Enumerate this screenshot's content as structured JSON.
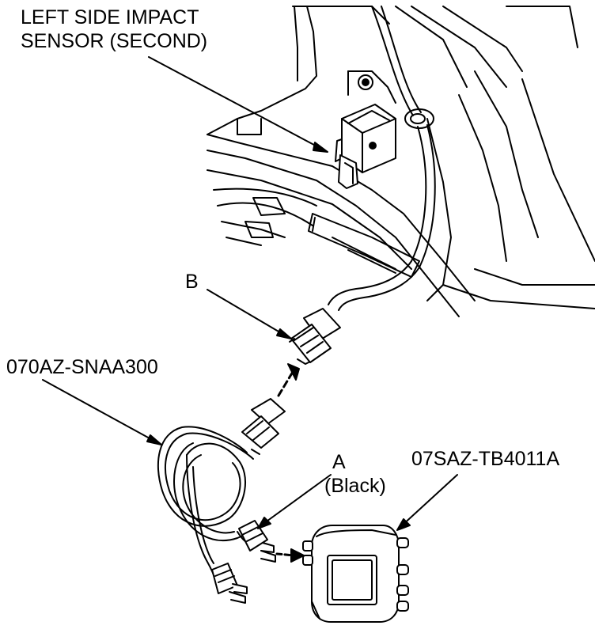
{
  "labels": {
    "sensor_line1": "LEFT SIDE IMPACT",
    "sensor_line2": "SENSOR (SECOND)",
    "connector_b": "B",
    "harness": "070AZ-SNAA300",
    "tester": "07SAZ-TB4011A",
    "connector_a": "A",
    "connector_a_color": "(Black)"
  }
}
